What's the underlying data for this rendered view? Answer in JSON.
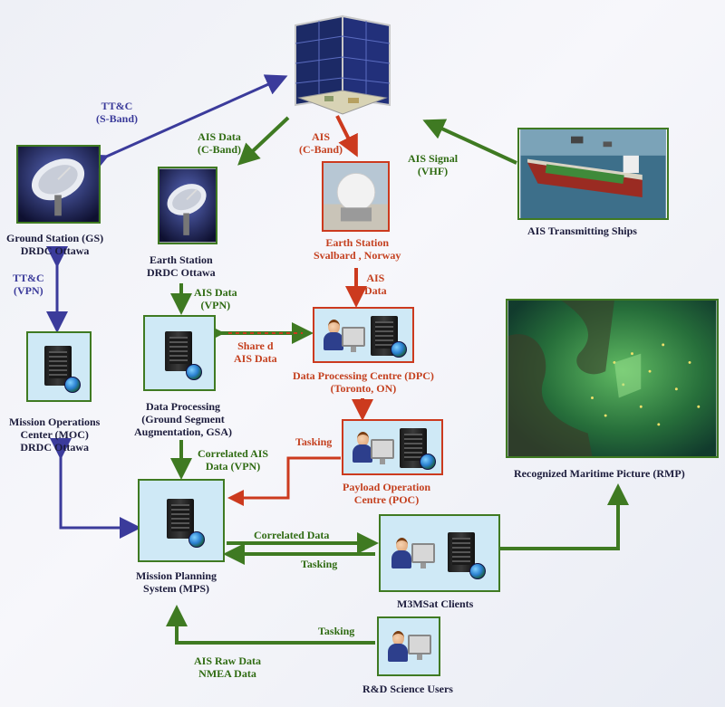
{
  "labels": {
    "ttc_sband": [
      "TT&C",
      "(S-Band)"
    ],
    "ais_data_cband": [
      "AIS Data",
      "(C-Band)"
    ],
    "ais_cband": [
      "AIS",
      "(C-Band)"
    ],
    "ais_signal_vhf": [
      "AIS Signal",
      "(VHF)"
    ],
    "ais_transmitting_ships": "AIS Transmitting Ships",
    "ground_station": [
      "Ground Station (GS)",
      "DRDC Ottawa"
    ],
    "earth_station_ottawa": [
      "Earth Station",
      "DRDC Ottawa"
    ],
    "earth_station_svalbard": [
      "Earth Station",
      "Svalbard , Norway"
    ],
    "ttc_vpn": [
      "TT&C",
      "(VPN)"
    ],
    "ais_data_vpn": [
      "AIS Data",
      "(VPN)"
    ],
    "ais_data": [
      "AIS",
      "Data"
    ],
    "shared_ais_data": [
      "Share d",
      "AIS Data"
    ],
    "dpc": [
      "Data Processing Centre (DPC)",
      "(Toronto, ON)"
    ],
    "data_processing": [
      "Data Processing",
      "(Ground Segment",
      "Augmentation, GSA)"
    ],
    "moc": [
      "Mission Operations",
      "Center (MOC)",
      "DRDC Ottawa"
    ],
    "tasking_poc": "Tasking",
    "poc": [
      "Payload Operation",
      "Centre (POC)"
    ],
    "correlated_ais_vpn": [
      "Correlated AIS",
      "Data (VPN)"
    ],
    "rmp": "Recognized Maritime Picture (RMP)",
    "correlated_data": "Correlated Data",
    "tasking_clients": "Tasking",
    "mps": [
      "Mission Planning",
      "System (MPS)"
    ],
    "m3msat_clients": "M3MSat Clients",
    "tasking_rd": "Tasking",
    "ais_raw_nmea": [
      "AIS Raw Data",
      "NMEA Data"
    ],
    "rd_science_users": "R&D Science Users"
  },
  "colors": {
    "blue_arrow": "#3b3b9b",
    "green_arrow": "#3f7a22",
    "red_arrow": "#cc3a1e",
    "green_text": "#2f6b12",
    "red_text": "#c4401f",
    "blue_text": "#3a3a9a"
  },
  "icons": {
    "satellite": "satellite-icon",
    "dish": "satellite-dish-icon",
    "radome": "radome-icon",
    "ship": "ship-icon",
    "server": "server-icon",
    "user": "user-workstation-icon",
    "map": "maritime-map-icon"
  }
}
